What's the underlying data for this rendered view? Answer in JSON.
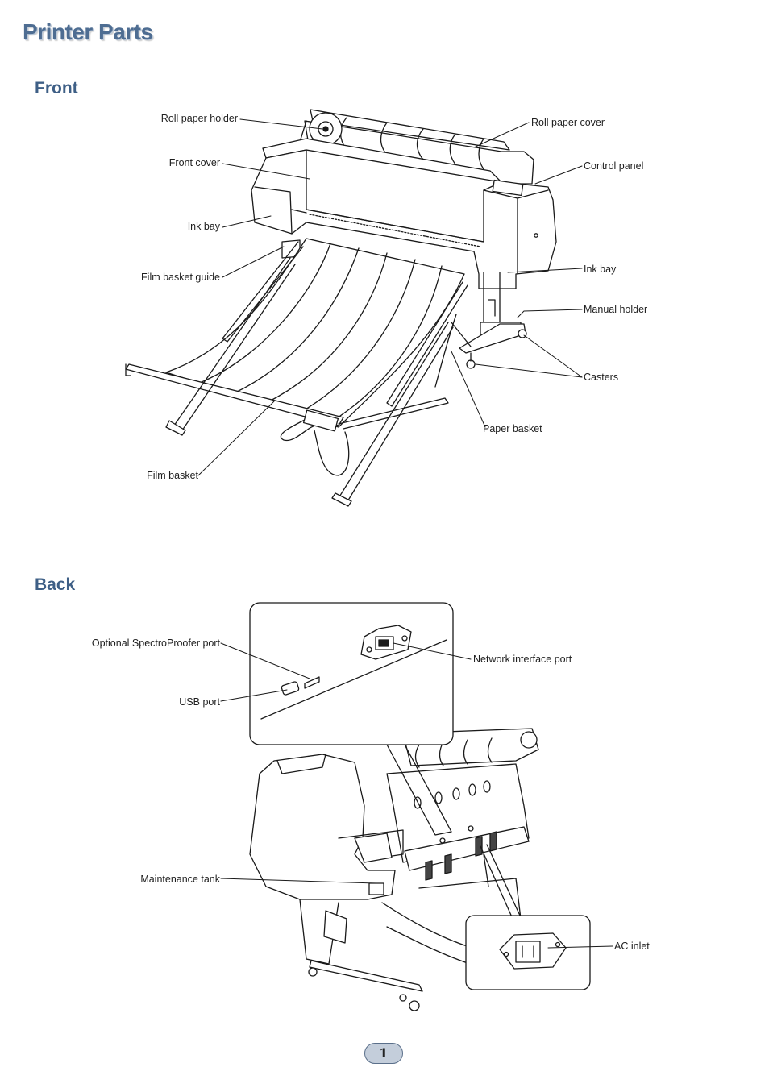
{
  "title": "Printer Parts",
  "front": {
    "heading": "Front",
    "labels": {
      "roll_paper_holder": "Roll paper holder",
      "front_cover": "Front cover",
      "ink_bay_left": "Ink bay",
      "film_basket_guide": "Film basket guide",
      "film_basket": "Film basket",
      "roll_paper_cover": "Roll paper cover",
      "control_panel": "Control panel",
      "ink_bay_right": "Ink bay",
      "manual_holder": "Manual holder",
      "casters": "Casters",
      "paper_basket": "Paper basket"
    }
  },
  "back": {
    "heading": "Back",
    "labels": {
      "spectroproofer_port": "Optional SpectroProofer port",
      "usb_port": "USB port",
      "network_port": "Network interface port",
      "maintenance_tank": "Maintenance tank",
      "ac_inlet": "AC inlet"
    }
  },
  "page_number": "1"
}
